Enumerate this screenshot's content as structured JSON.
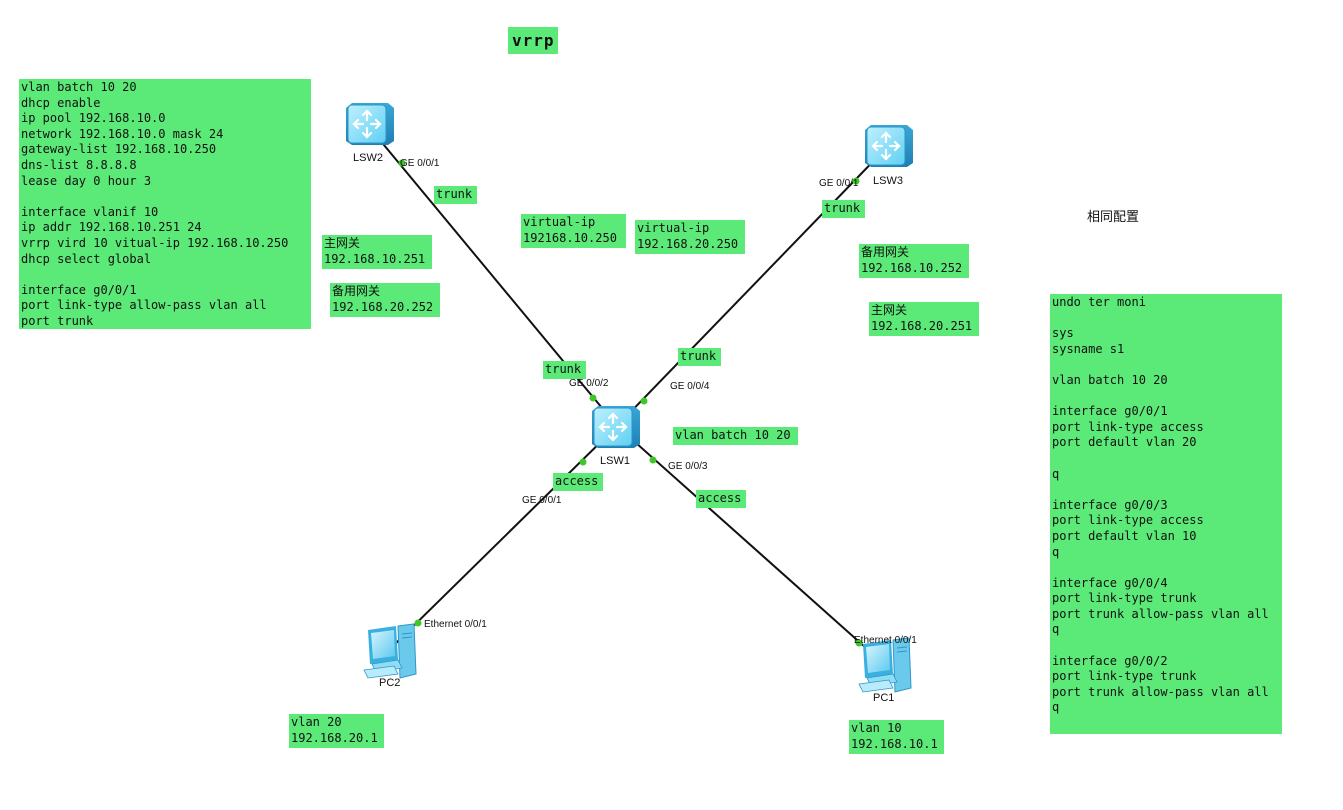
{
  "title": "vrrp",
  "colors": {
    "note_bg": "#5bea78",
    "link": "#111111",
    "port_dot": "#3fc72a",
    "switch_body": "#4fc9ef"
  },
  "devices": {
    "lsw1": {
      "name": "LSW1",
      "icon": "switch-icon"
    },
    "lsw2": {
      "name": "LSW2",
      "icon": "switch-icon"
    },
    "lsw3": {
      "name": "LSW3",
      "icon": "switch-icon"
    },
    "pc1": {
      "name": "PC1",
      "icon": "pc-icon"
    },
    "pc2": {
      "name": "PC2",
      "icon": "pc-icon"
    }
  },
  "ports": {
    "lsw2_g001": "GE 0/0/1",
    "lsw3_g001": "GE 0/0/1",
    "lsw1_g002": "GE 0/0/2",
    "lsw1_g004": "GE 0/0/4",
    "lsw1_g003": "GE 0/0/3",
    "lsw1_g001": "GE 0/0/1",
    "pc2_eth": "Ethernet 0/0/1",
    "pc1_eth": "Ethernet 0/0/1"
  },
  "link_labels": {
    "trunk_lsw2": "trunk",
    "trunk_lsw3": "trunk",
    "trunk_lsw1_left": "trunk",
    "trunk_lsw1_right": "trunk",
    "access_left": "access",
    "access_right": "access"
  },
  "notes": {
    "lsw2_config": "vlan batch 10 20\ndhcp enable\nip pool 192.168.10.0\nnetwork 192.168.10.0 mask 24\ngateway-list 192.168.10.250\ndns-list 8.8.8.8\nlease day 0 hour 3\n\ninterface vlanif 10\nip addr 192.168.10.251 24\nvrrp vird 10 vitual-ip 192.168.10.250\ndhcp select global\n\ninterface g0/0/1\nport link-type allow-pass vlan all\nport trunk",
    "lsw2_master": "主网关\n192.168.10.251",
    "lsw2_backup": "备用网关\n192.168.20.252",
    "virtual_ip_10": "virtual-ip\n192168.10.250",
    "virtual_ip_20": "virtual-ip\n192.168.20.250",
    "lsw3_backup": "备用网关\n192.168.10.252",
    "lsw3_master": "主网关\n192.168.20.251",
    "lsw1_vlan": "vlan batch 10 20",
    "pc2_info": "vlan 20\n192.168.20.1",
    "pc1_info": "vlan 10\n192.168.10.1",
    "same_config": "相同配置",
    "lsw1_config": "undo ter moni\n\nsys\nsysname s1\n\nvlan batch 10 20\n\ninterface g0/0/1\nport link-type access\nport default vlan 20\n\nq\n\ninterface g0/0/3\nport link-type access\nport default vlan 10\nq\n\ninterface g0/0/4\nport link-type trunk\nport trunk allow-pass vlan all\nq\n\ninterface g0/0/2\nport link-type trunk\nport trunk allow-pass vlan all\nq"
  }
}
